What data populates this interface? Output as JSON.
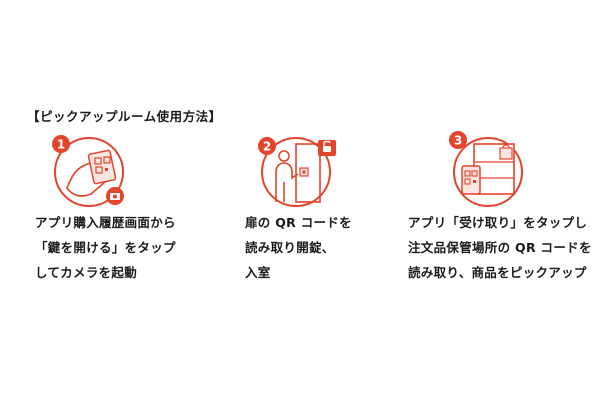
{
  "heading": "【ピックアップルーム使用方法】",
  "colors": {
    "accent": "#e2452b",
    "text": "#1a1a1a"
  },
  "steps": [
    {
      "number": "1",
      "icon": "phone-qr-camera-icon",
      "lines": [
        "アプリ購入履歴画面から",
        "「鍵を開ける」をタップ",
        "してカメラを起動"
      ]
    },
    {
      "number": "2",
      "icon": "door-qr-lock-icon",
      "lines": [
        "扉の QR コードを",
        "読み取り開錠、",
        "入室"
      ]
    },
    {
      "number": "3",
      "icon": "locker-qr-bag-icon",
      "lines": [
        "アプリ「受け取り」をタップし",
        "注文品保管場所の QR コードを",
        "読み取り、商品をピックアップ"
      ]
    }
  ]
}
